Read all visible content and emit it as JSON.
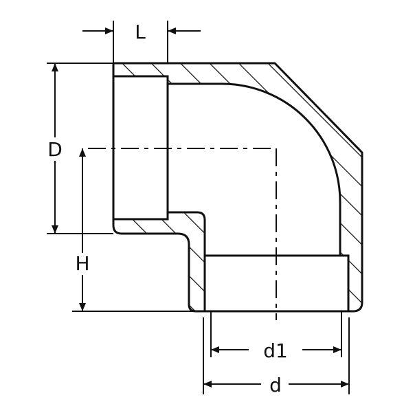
{
  "diagram": {
    "labels": {
      "L": "L",
      "D": "D",
      "H": "H",
      "d1": "d1",
      "d": "d"
    },
    "colors": {
      "stroke": "#111111",
      "background": "#ffffff"
    }
  }
}
